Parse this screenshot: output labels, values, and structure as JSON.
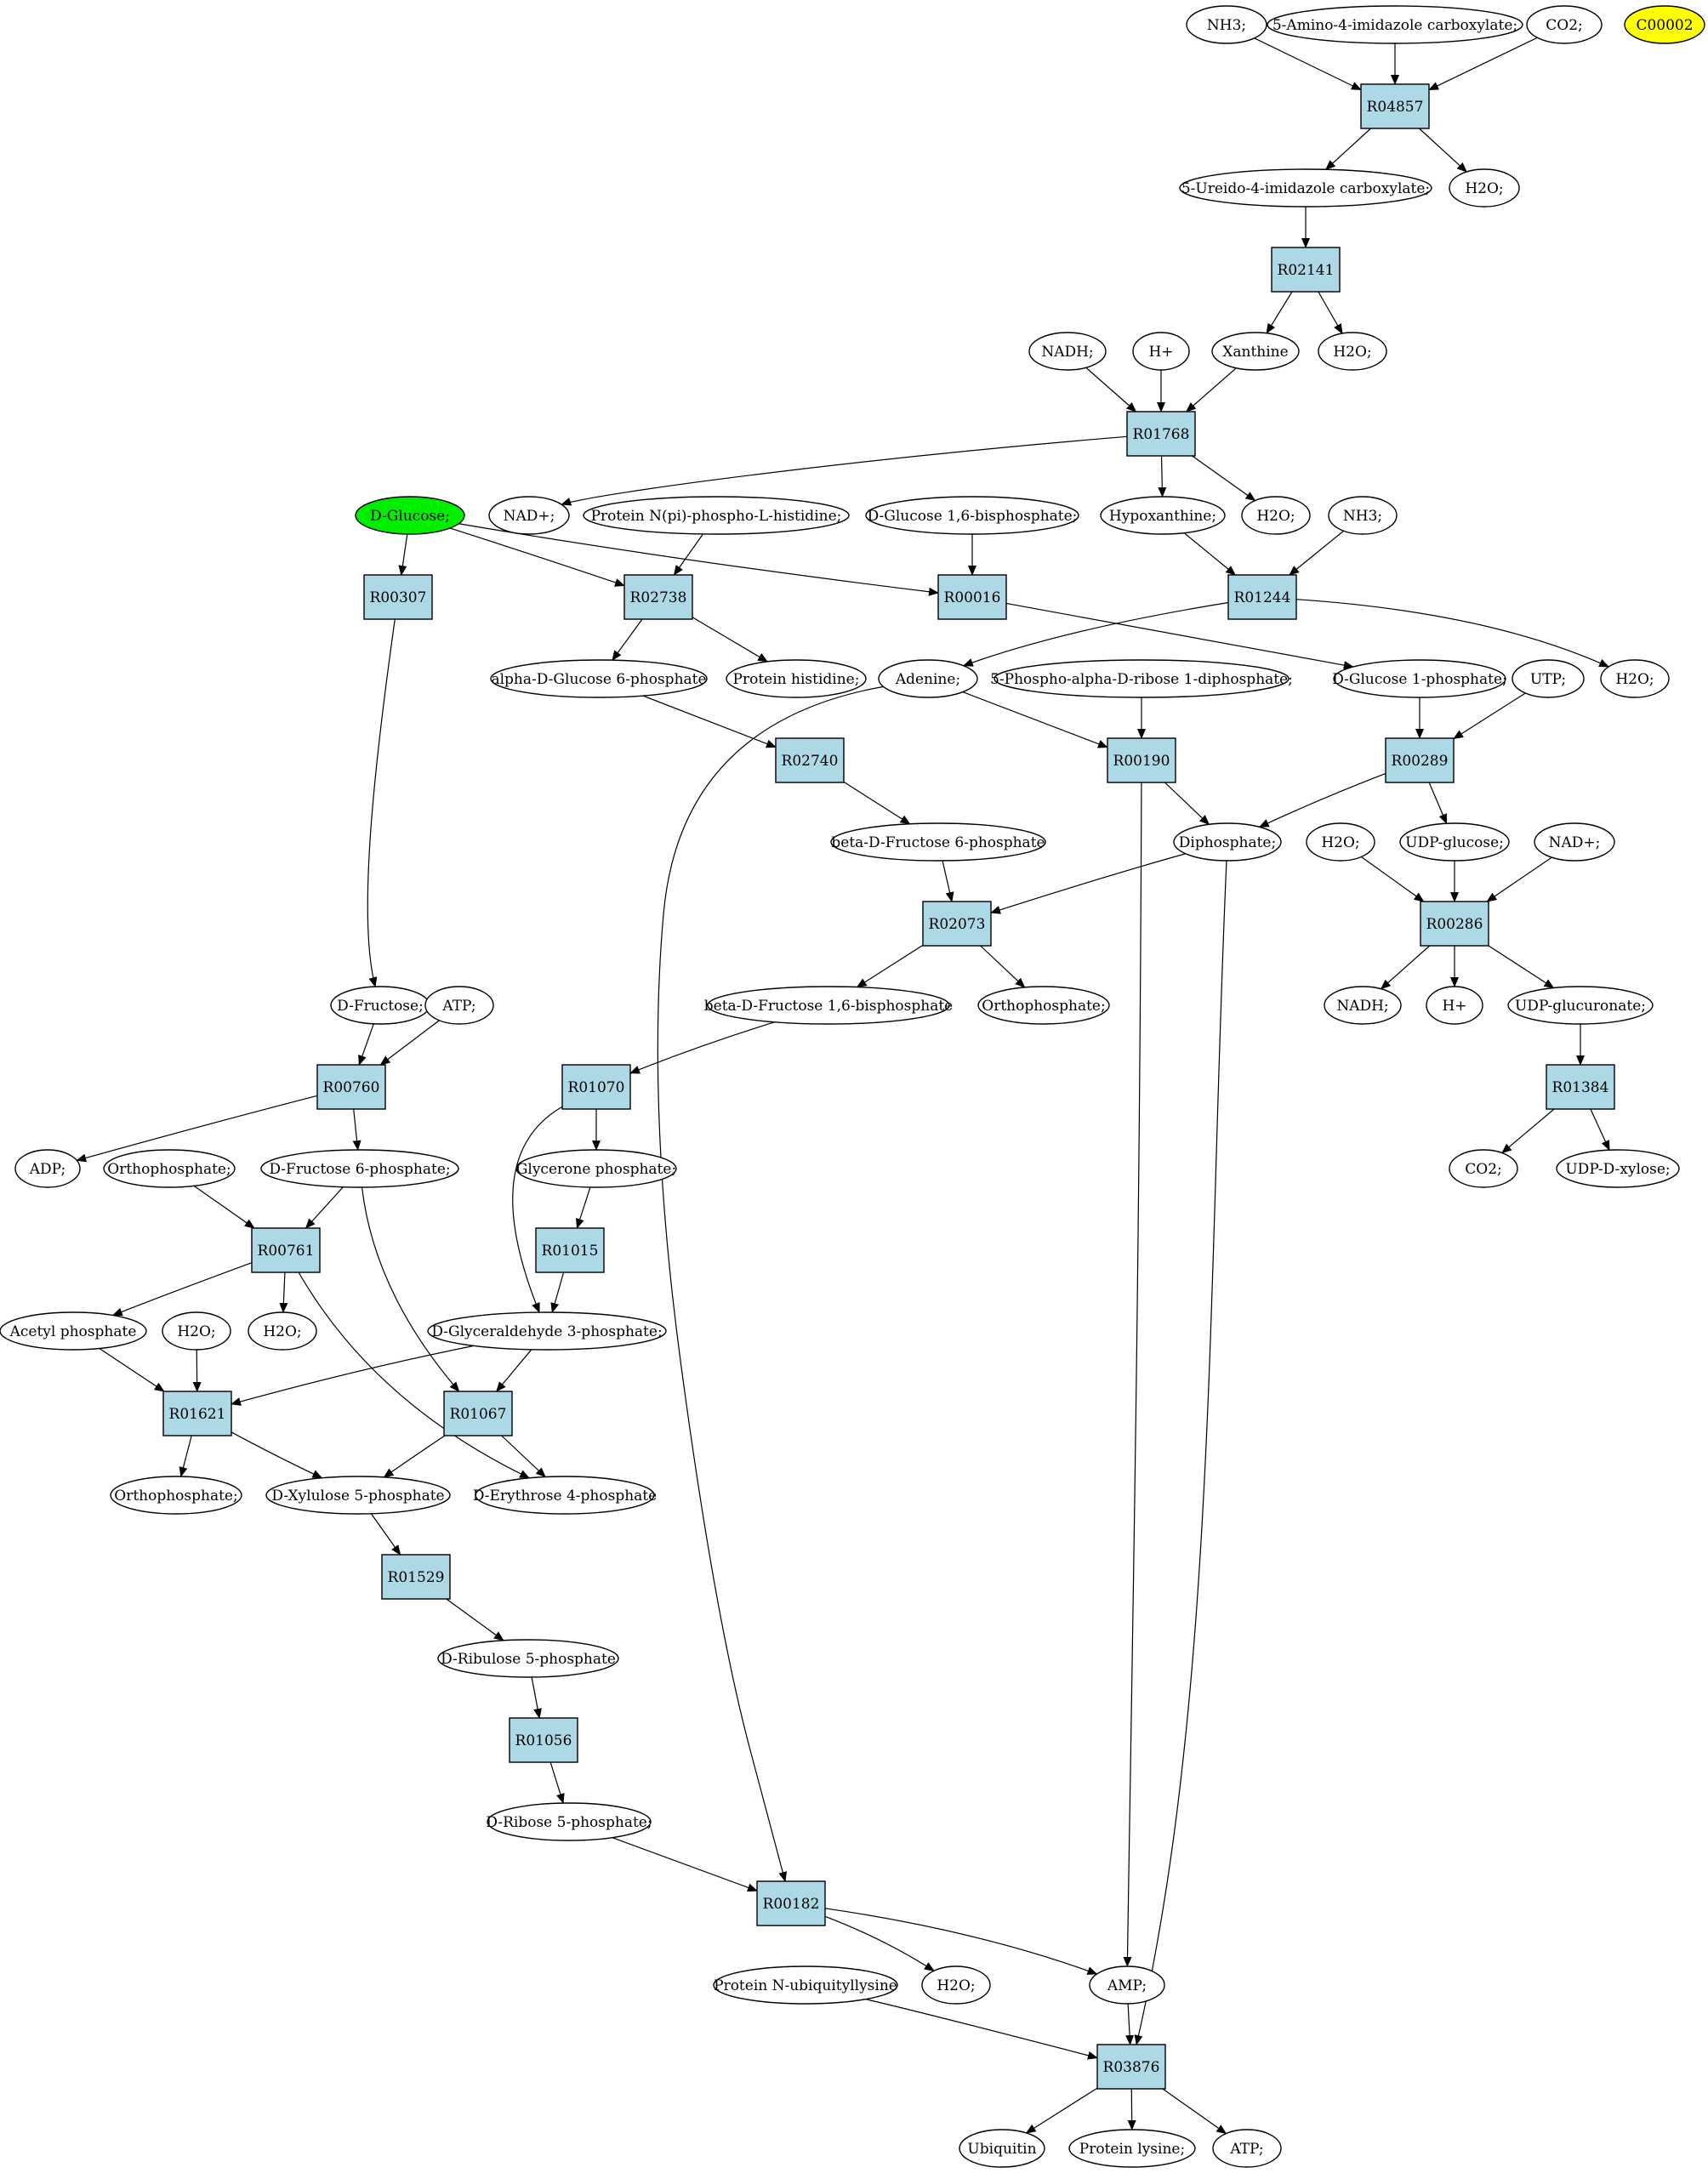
{
  "highlight_colors": {
    "reaction_fill": "#add8e6",
    "glucose_fill": "#00ee00",
    "c00002_fill": "#ffff00"
  },
  "compounds": {
    "nh3_a": "NH3;",
    "amino_imidazole_carboxylate": "5-Amino-4-imidazole carboxylate;",
    "co2_a": "CO2;",
    "c00002": "C00002",
    "ureido_imidazole_carboxylate": "5-Ureido-4-imidazole carboxylate;",
    "h2o_a": "H2O;",
    "h2o_b": "H2O;",
    "nadh_a": "NADH;",
    "h_plus_a": "H+",
    "xanthine": "Xanthine",
    "d_glucose": "D-Glucose;",
    "nad_a": "NAD+;",
    "protein_npi_phospho_histidine": "Protein N(pi)-phospho-L-histidine;",
    "d_glucose_16_bisphosphate": "D-Glucose 1,6-bisphosphate;",
    "hypoxanthine": "Hypoxanthine;",
    "h2o_c": "H2O;",
    "nh3_b": "NH3;",
    "alpha_d_glucose_6_phosphate": "alpha-D-Glucose 6-phosphate",
    "protein_histidine": "Protein histidine;",
    "adenine": "Adenine;",
    "prpp": "5-Phospho-alpha-D-ribose 1-diphosphate;",
    "d_glucose_1_phosphate": "D-Glucose 1-phosphate;",
    "utp": "UTP;",
    "h2o_d": "H2O;",
    "beta_d_fructose_6_phosphate": "beta-D-Fructose 6-phosphate",
    "diphosphate": "Diphosphate;",
    "h2o_e": "H2O;",
    "udp_glucose": "UDP-glucose;",
    "nad_b": "NAD+;",
    "d_fructose": "D-Fructose;",
    "atp_a": "ATP;",
    "beta_d_fructose_16_bisphosphate": "beta-D-Fructose 1,6-bisphosphate",
    "orthophosphate_a": "Orthophosphate;",
    "nadh_b": "NADH;",
    "h_plus_b": "H+",
    "udp_glucuronate": "UDP-glucuronate;",
    "adp": "ADP;",
    "orthophosphate_b": "Orthophosphate;",
    "d_fructose_6_phosphate": "D-Fructose 6-phosphate;",
    "glycerone_phosphate": "Glycerone phosphate;",
    "co2_b": "CO2;",
    "udp_d_xylose": "UDP-D-xylose;",
    "acetyl_phosphate": "Acetyl phosphate",
    "h2o_f": "H2O;",
    "h2o_g": "H2O;",
    "d_glyceraldehyde_3_phosphate": "D-Glyceraldehyde 3-phosphate;",
    "orthophosphate_c": "Orthophosphate;",
    "d_xylulose_5_phosphate": "D-Xylulose 5-phosphate",
    "d_erythrose_4_phosphate": "D-Erythrose 4-phosphate",
    "d_ribulose_5_phosphate": "D-Ribulose 5-phosphate",
    "d_ribose_5_phosphate": "D-Ribose 5-phosphate;",
    "protein_n_ubiquityllysine": "Protein N-ubiquityllysine",
    "h2o_h": "H2O;",
    "amp": "AMP;",
    "ubiquitin": "Ubiquitin",
    "protein_lysine": "Protein lysine;",
    "atp_b": "ATP;"
  },
  "reactions": {
    "r04857": "R04857",
    "r02141": "R02141",
    "r01768": "R01768",
    "r00307": "R00307",
    "r02738": "R02738",
    "r00016": "R00016",
    "r01244": "R01244",
    "r02740": "R02740",
    "r00190": "R00190",
    "r00289": "R00289",
    "r02073": "R02073",
    "r00286": "R00286",
    "r00760": "R00760",
    "r01070": "R01070",
    "r01384": "R01384",
    "r00761": "R00761",
    "r01015": "R01015",
    "r01621": "R01621",
    "r01067": "R01067",
    "r01529": "R01529",
    "r01056": "R01056",
    "r00182": "R00182",
    "r03876": "R03876"
  }
}
